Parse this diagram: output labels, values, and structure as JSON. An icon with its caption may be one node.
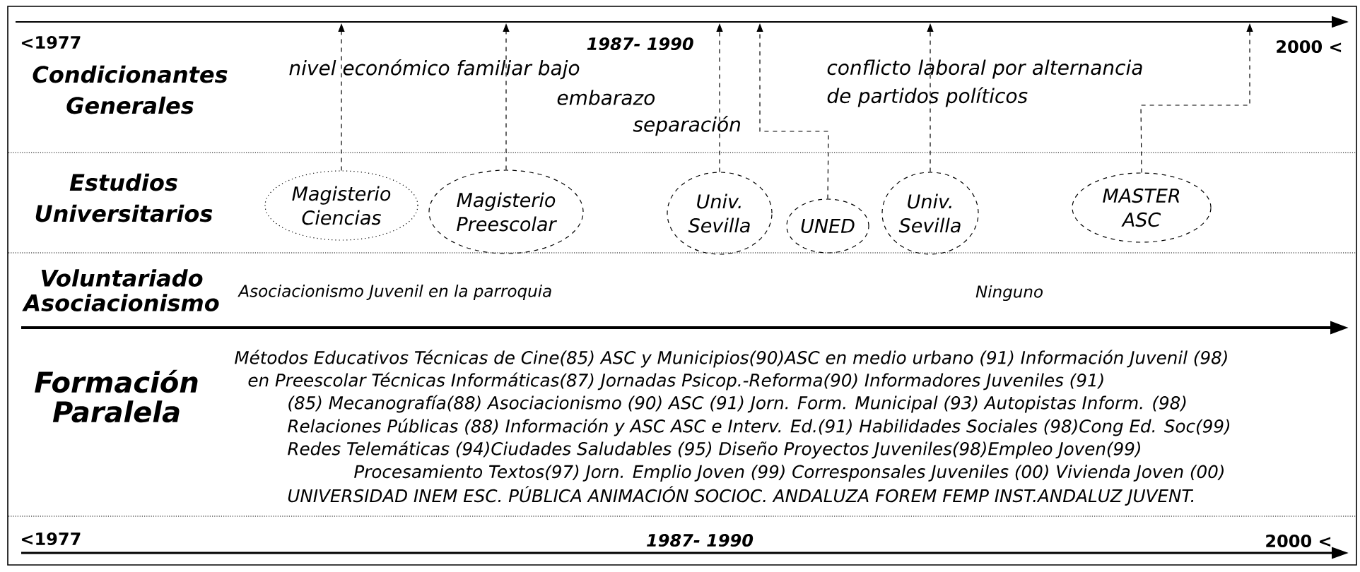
{
  "diagram": {
    "nodes": [
      {
        "text": [
          "Magisterio Ciencias"
        ]
      },
      {
        "text": [
          "Magisterio Preescolar"
        ]
      },
      {
        "text": [
          "Univ. Sevilla"
        ]
      },
      {
        "text": [
          "UNED"
        ]
      },
      {
        "text": [
          "Univ. Sevilla"
        ]
      },
      {
        "text": [
          "MASTER ASC"
        ]
      }
    ],
    "edges": [
      {
        "from": 0,
        "to": null,
        "arrow": "to",
        "style": "dashed"
      },
      {
        "from": 1,
        "to": null,
        "arrow": "to",
        "style": "dashed"
      },
      {
        "from": 2,
        "to": null,
        "arrow": "to",
        "style": "dashed"
      },
      {
        "from": 3,
        "to": null,
        "arrow": "to",
        "style": "dashed"
      },
      {
        "from": 4,
        "to": null,
        "arrow": "to",
        "style": "dashed"
      },
      {
        "from": 5,
        "to": null,
        "arrow": "to",
        "style": "dashed"
      }
    ],
    "labels": [
      "<1977",
      "1987- 1990",
      "2000 <",
      "Condicionantes Generales",
      "nivel económico familiar bajo",
      "conflicto laboral por alternancia de partidos políticos",
      "embarazo",
      "separación",
      "Estudios Universitarios",
      "Voluntariado Asociacionismo",
      "Asociacionismo Juvenil en la parroquia",
      "Ninguno",
      "Formación Paralela",
      "Métodos Educativos Técnicas de Cine(85) ASC y Municipios(90)ASC en medio urbano (91) Información Juvenil (98)",
      "en Preescolar Técnicas Informáticas(87) Jornadas Psicop.-Reforma(90) Informadores Juveniles (91)",
      "(85) Mecanografía(88) Asociacionismo (90) ASC (91) Jorn. Form. Municipal (93) Autopistas Inform. (98)",
      "Relaciones Públicas (88) Información y ASC ASC e Interv. Ed.(91) Habilidades Sociales (98)Cong Ed. Soc(99)",
      "Redes Telemáticas (94)Ciudades Saludables (95) Diseño Proyectos Juveniles(98)Empleo Joven(99)",
      "Procesamiento Textos(97) Jorn. Emplio Joven (99) Corresponsales Juveniles (00) Vivienda Joven (00)",
      "UNIVERSIDAD INEM ESC. PÚBLICA ANIMACIÓN SOCIOC. ANDALUZA FOREM FEMP INST.ANDALUZ JUVENT.",
      "<1977",
      "1987- 1990",
      "2000 <"
    ]
  }
}
